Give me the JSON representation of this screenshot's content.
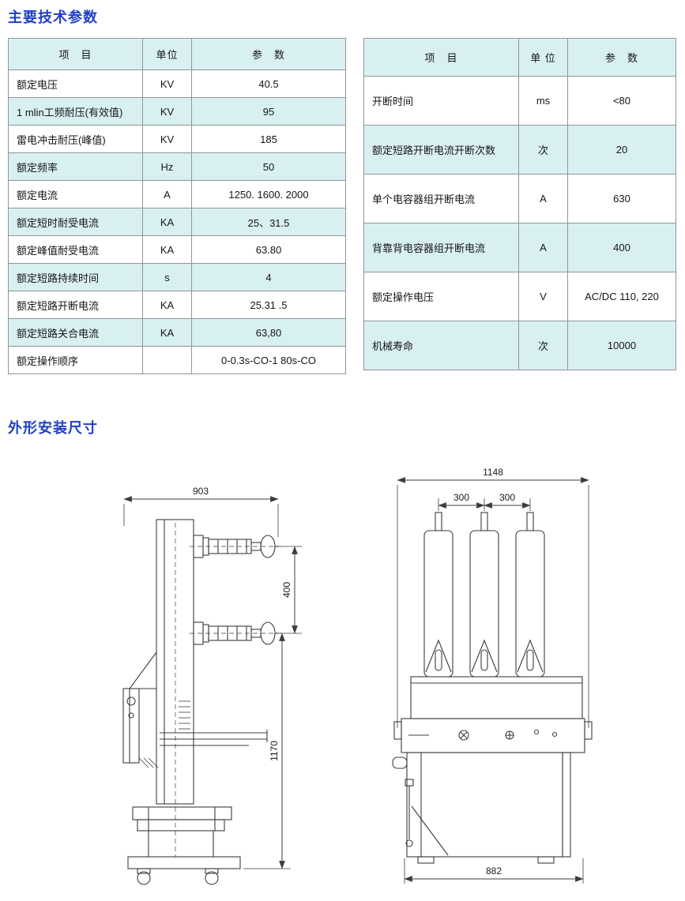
{
  "page": {
    "section1_title": "主要技术参数",
    "section2_title": "外形安装尺寸"
  },
  "tables": {
    "left": {
      "headers": {
        "item": "项　目",
        "unit": "单位",
        "param": "参　数"
      },
      "rows": [
        {
          "item": "额定电压",
          "unit": "KV",
          "param": "40.5"
        },
        {
          "item": "1 mlin工频耐压(有效值)",
          "unit": "KV",
          "param": "95"
        },
        {
          "item": "雷电冲击耐压(峰值)",
          "unit": "KV",
          "param": "185"
        },
        {
          "item": "额定频率",
          "unit": "Hz",
          "param": "50"
        },
        {
          "item": "额定电流",
          "unit": "A",
          "param": "1250. 1600. 2000"
        },
        {
          "item": "额定短时耐受电流",
          "unit": "KA",
          "param": "25、31.5"
        },
        {
          "item": "额定峰值耐受电流",
          "unit": "KA",
          "param": "63.80"
        },
        {
          "item": "额定短路持续时间",
          "unit": "s",
          "param": "4"
        },
        {
          "item": "额定短路开断电流",
          "unit": "KA",
          "param": "25.31 .5"
        },
        {
          "item": "额定短路关合电流",
          "unit": "KA",
          "param": "63,80"
        },
        {
          "item": "额定操作顺序",
          "unit": "",
          "param": "0-0.3s-CO-1 80s-CO"
        }
      ]
    },
    "right": {
      "headers": {
        "item": "项　目",
        "unit": "单 位",
        "param": "参　数"
      },
      "rows": [
        {
          "item": "开断时间",
          "unit": "ms",
          "param": "<80"
        },
        {
          "item": "额定短路开断电流开断次数",
          "unit": "次",
          "param": "20"
        },
        {
          "item": "单个电容器组开断电流",
          "unit": "A",
          "param": "630"
        },
        {
          "item": "背靠背电容器组开断电流",
          "unit": "A",
          "param": "400"
        },
        {
          "item": "额定操作电压",
          "unit": "V",
          "param": "AC/DC 110, 220"
        },
        {
          "item": "机械寿命",
          "unit": "次",
          "param": "10000"
        }
      ]
    }
  },
  "drawings": {
    "side_view": {
      "overall_width": "903",
      "bushing_spacing": "400",
      "overall_height": "1170"
    },
    "front_view": {
      "overall_width": "1148",
      "phase_spacing_1": "300",
      "phase_spacing_2": "300",
      "base_width": "882"
    }
  }
}
